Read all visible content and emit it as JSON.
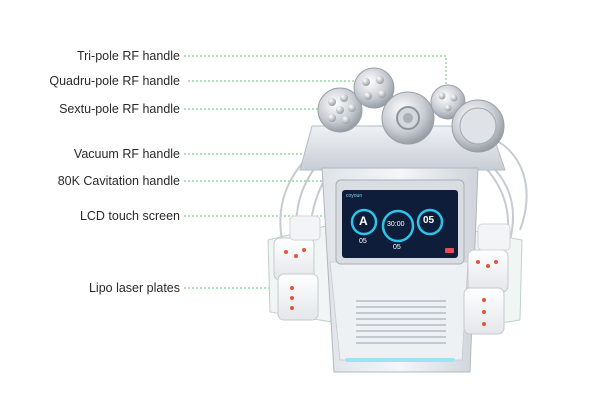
{
  "callouts": [
    {
      "text": "Tri-pole RF handle"
    },
    {
      "text": "Quadru-pole RF handle"
    },
    {
      "text": "Sextu-pole RF handle"
    },
    {
      "text": "Vacuum RF handle"
    },
    {
      "text": "80K Cavitation handle"
    },
    {
      "text": "LCD  touch screen"
    },
    {
      "text": "Lipo laser plates"
    }
  ],
  "screen": {
    "brand": "coyoun",
    "left_dial": "A",
    "center_dial": "30:00",
    "right_dial": "05",
    "left_value": "05",
    "center_value": "05"
  },
  "colors": {
    "leader_line": "#5fc46a",
    "screen_bg": "#0d1d3a",
    "dial_ring": "#2ec3e8",
    "laser_dot": "#e0543a"
  }
}
